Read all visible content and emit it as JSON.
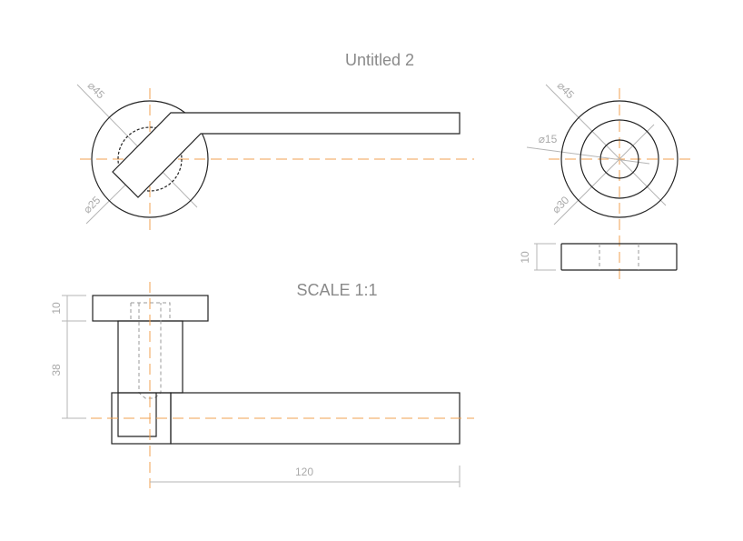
{
  "title": "Untitled 2",
  "scale_label": "SCALE 1:1",
  "colors": {
    "outline": "#222222",
    "centerline": "#f0a050",
    "dimension": "#b5b5b5",
    "text": "#8a8a8a"
  },
  "dimensions": {
    "front_outer_dia": "⌀45",
    "front_inner_dia": "⌀25",
    "rose_outer_dia": "⌀45",
    "rose_mid_dia": "⌀30",
    "rose_inner_dia": "⌀15",
    "rose_thickness": "10",
    "side_plate_thickness": "10",
    "side_height": "38",
    "lever_length": "120"
  }
}
